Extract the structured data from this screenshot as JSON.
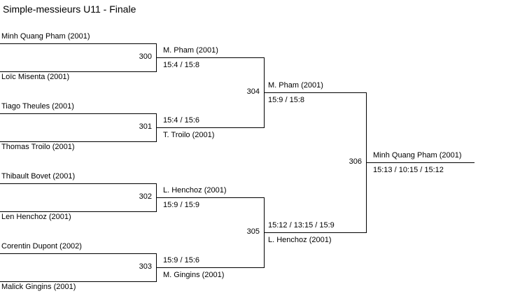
{
  "title": "Simple-messieurs U11 - Finale",
  "colors": {
    "background": "#ffffff",
    "line": "#000000",
    "text": "#000000"
  },
  "players": [
    "Minh Quang Pham (2001)",
    "Loïc Misenta (2001)",
    "Tiago Theules (2001)",
    "Thomas Troilo (2001)",
    "Thibault Bovet (2001)",
    "Len Henchoz (2001)",
    "Corentin Dupont (2002)",
    "Malick Gingins (2001)"
  ],
  "matches": {
    "m300": {
      "number": "300",
      "winner": "M. Pham (2001)",
      "score": "15:4 / 15:8"
    },
    "m301": {
      "number": "301",
      "winner": "T. Troilo (2001)",
      "score": "15:4 / 15:6"
    },
    "m302": {
      "number": "302",
      "winner": "L. Henchoz (2001)",
      "score": "15:9 / 15:9"
    },
    "m303": {
      "number": "303",
      "winner": "M. Gingins (2001)",
      "score": "15:9 / 15:6"
    },
    "m304": {
      "number": "304",
      "winner": "M. Pham (2001)",
      "score": "15:9 / 15:8"
    },
    "m305": {
      "number": "305",
      "winner": "L. Henchoz (2001)",
      "score": "15:12 / 13:15 / 15:9"
    },
    "m306": {
      "number": "306",
      "winner": "Minh Quang Pham (2001)",
      "score": "15:13 / 10:15 / 15:12"
    }
  }
}
